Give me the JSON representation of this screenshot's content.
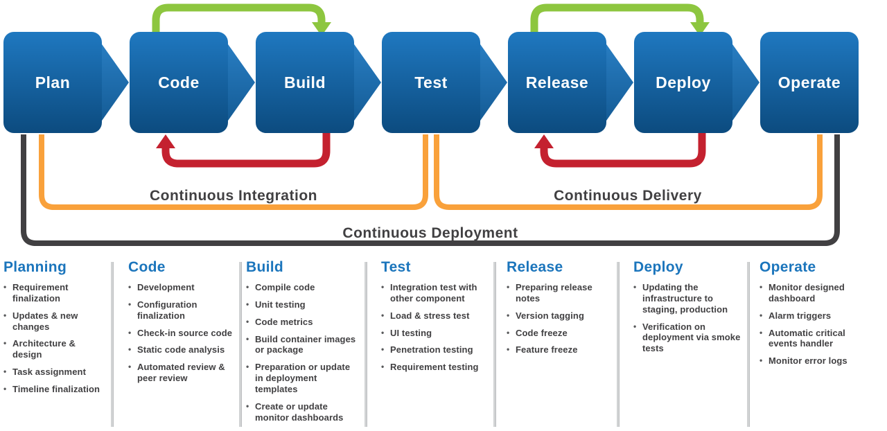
{
  "diagram": {
    "stages": [
      {
        "label": "Plan"
      },
      {
        "label": "Code"
      },
      {
        "label": "Build"
      },
      {
        "label": "Test"
      },
      {
        "label": "Release"
      },
      {
        "label": "Deploy"
      },
      {
        "label": "Operate"
      }
    ],
    "loops": [
      {
        "name": "code-to-build-forward-loop",
        "color": "#8DC63F"
      },
      {
        "name": "build-to-code-feedback-loop",
        "color": "#C4212F"
      },
      {
        "name": "release-to-deploy-forward-loop",
        "color": "#8DC63F"
      },
      {
        "name": "deploy-to-release-feedback-loop",
        "color": "#C4212F"
      }
    ],
    "brackets": [
      {
        "label": "Continuous Integration",
        "color": "#F9A13B"
      },
      {
        "label": "Continuous Delivery",
        "color": "#F9A13B"
      },
      {
        "label": "Continuous Deployment",
        "color": "#414042"
      }
    ],
    "colors": {
      "stage_gradient_top": "#1F78C0",
      "stage_gradient_bottom": "#0C4B7F",
      "stage_tip": "#2A80C6",
      "stage_text": "#FFFFFF",
      "heading_blue": "#1B75BC",
      "body_text": "#414042",
      "divider": "#D1D3D4"
    }
  },
  "columns": [
    {
      "title": "Planning",
      "items": [
        "Requirement finalization",
        "Updates & new changes",
        "Architecture & design",
        "Task assignment",
        "Timeline finalization"
      ]
    },
    {
      "title": "Code",
      "items": [
        "Development",
        "Configuration finalization",
        "Check-in source code",
        "Static code analysis",
        "Automated review & peer review"
      ]
    },
    {
      "title": "Build",
      "items": [
        "Compile code",
        "Unit testing",
        "Code metrics",
        "Build container images or package",
        "Preparation or update in deployment templates",
        "Create or update monitor dashboards"
      ]
    },
    {
      "title": "Test",
      "items": [
        "Integration test with other component",
        "Load & stress test",
        "UI testing",
        "Penetration testing",
        "Requirement testing"
      ]
    },
    {
      "title": "Release",
      "items": [
        "Preparing release notes",
        "Version tagging",
        "Code freeze",
        "Feature freeze"
      ]
    },
    {
      "title": "Deploy",
      "items": [
        "Updating the infrastructure to staging, production",
        "Verification on deployment via smoke tests"
      ]
    },
    {
      "title": "Operate",
      "items": [
        "Monitor designed dashboard",
        "Alarm triggers",
        "Automatic critical events handler",
        "Monitor error logs"
      ]
    }
  ]
}
